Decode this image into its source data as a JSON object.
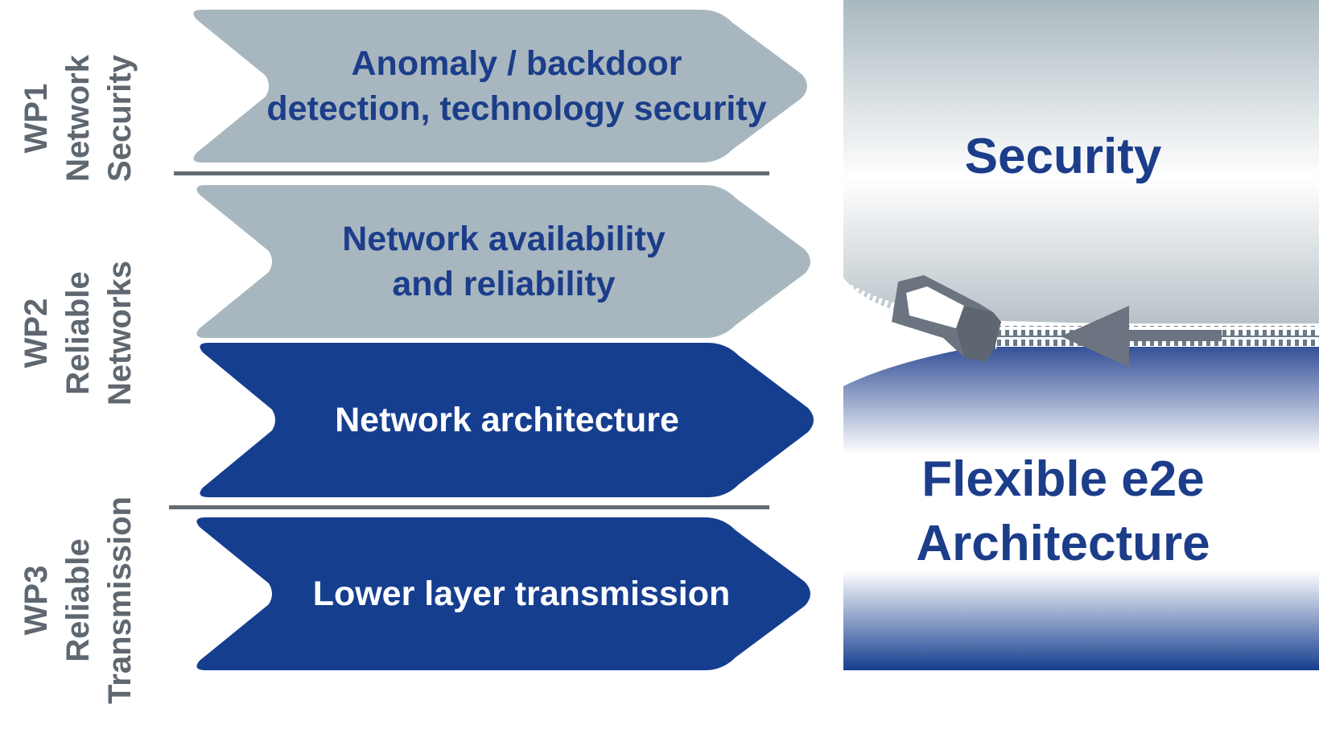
{
  "work_packages": [
    {
      "id": "WP1",
      "lines": [
        "WP1",
        "Network",
        "Security"
      ]
    },
    {
      "id": "WP2",
      "lines": [
        "WP2",
        "Reliable",
        "Networks"
      ]
    },
    {
      "id": "WP3",
      "lines": [
        "WP3",
        "Reliable",
        "Transmission"
      ]
    }
  ],
  "chevrons": [
    {
      "lines": [
        "Anomaly / backdoor",
        "detection, technology security"
      ],
      "style": "light"
    },
    {
      "lines": [
        "Network availability",
        "and reliability"
      ],
      "style": "light"
    },
    {
      "lines": [
        "Network architecture"
      ],
      "style": "dark"
    },
    {
      "lines": [
        "Lower layer transmission"
      ],
      "style": "dark"
    }
  ],
  "panel": {
    "top_label": "Security",
    "bottom_label_line1": "Flexible e2e",
    "bottom_label_line2": "Architecture",
    "zipper_icon": "zipper-pull-icon",
    "arrow_icon": "left-arrow-icon"
  },
  "colors": {
    "light_chevron": "#a8b7bf",
    "dark_chevron": "#163e8f",
    "label_gray": "#5f6770",
    "title_blue": "#1c3d8a"
  }
}
